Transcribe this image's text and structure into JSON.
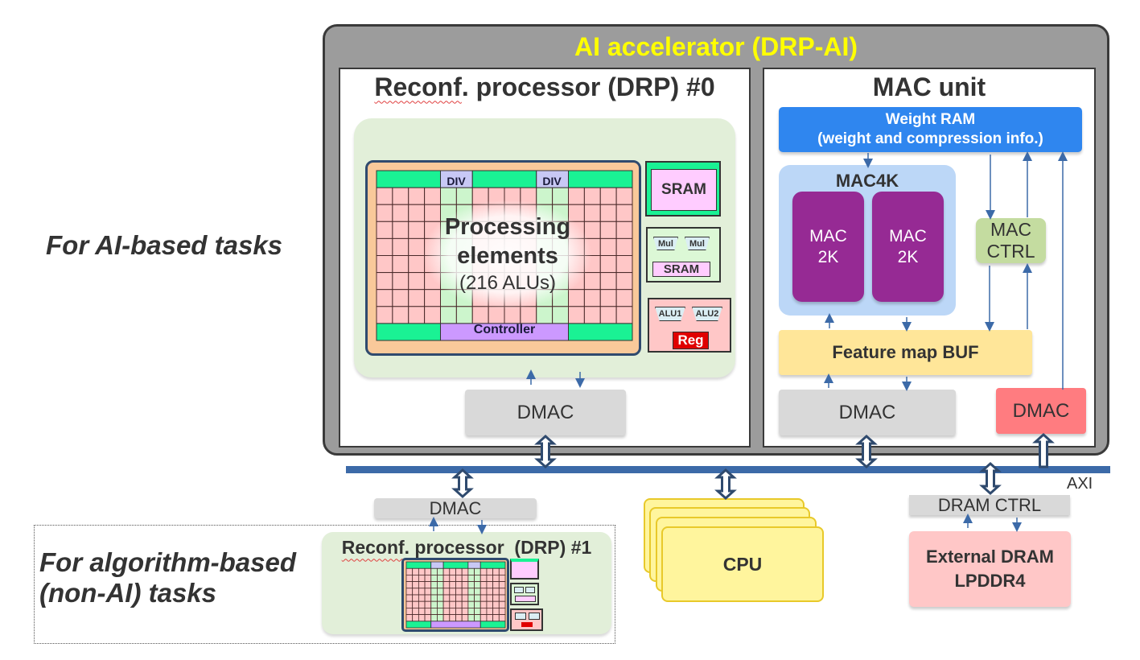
{
  "labels": {
    "ai_tasks": "For AI-based tasks",
    "non_ai_tasks_line1": "For algorithm-based",
    "non_ai_tasks_line2": "(non-AI) tasks"
  },
  "accelerator": {
    "title": "AI accelerator (DRP-AI)",
    "drp0": {
      "title_word1": "Reconf",
      "title_rest": ". processor (DRP) #0",
      "pe_line1": "Processing",
      "pe_line2": "elements",
      "pe_line3": "(216 ALUs)",
      "div_label": "DIV",
      "controller_label": "Controller",
      "sram_label": "SRAM",
      "mul_label": "Mul",
      "sram2_label": "SRAM",
      "alu1_label": "ALU1",
      "alu2_label": "ALU2",
      "reg_label": "Reg",
      "dmac_label": "DMAC"
    },
    "mac_unit": {
      "title": "MAC unit",
      "weight_ram_line1": "Weight RAM",
      "weight_ram_line2": "(weight and compression info.)",
      "mac4k_label": "MAC4K",
      "mac2k_a_line1": "MAC",
      "mac2k_a_line2": "2K",
      "mac2k_b_line1": "MAC",
      "mac2k_b_line2": "2K",
      "mac_ctrl_line1": "MAC",
      "mac_ctrl_line2": "CTRL",
      "feature_buf_label": "Feature map BUF",
      "dmac_label": "DMAC",
      "dmac_red_label": "DMAC"
    }
  },
  "bus": {
    "label": "AXI"
  },
  "drp1": {
    "title_word1": "Reconf",
    "title_rest": ". processor  (DRP) #1",
    "dmac_label": "DMAC"
  },
  "cpu": {
    "label": "CPU"
  },
  "dram": {
    "ctrl_label": "DRAM CTRL",
    "line1": "External DRAM",
    "line2": "LPDDR4"
  },
  "colors": {
    "accent_title": "#ffff00",
    "bus": "#3c6aa8",
    "weight_ram": "#2f86ef",
    "mac2k": "#962a94",
    "dmac_red": "#ff7c80"
  }
}
